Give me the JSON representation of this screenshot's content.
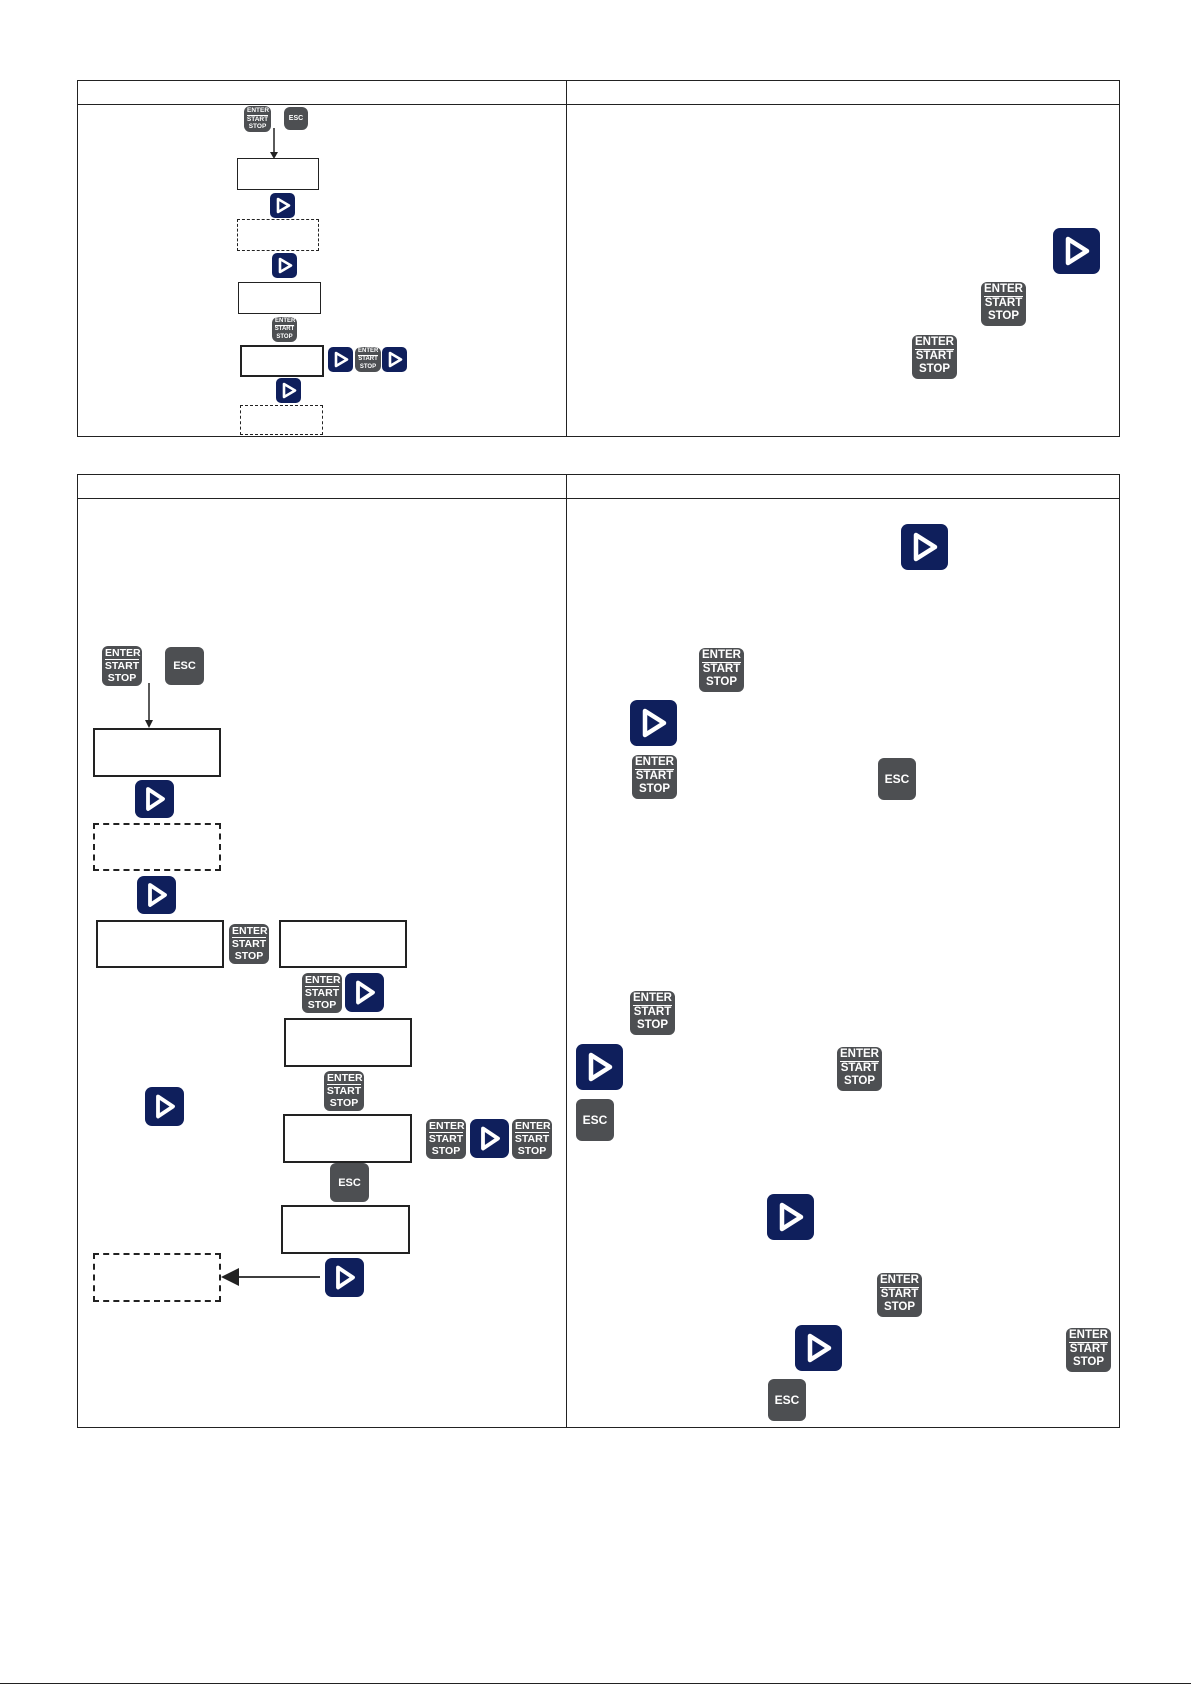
{
  "keys": {
    "enter_line1": "ENTER",
    "enter_line2": "START",
    "enter_line3": "STOP",
    "esc": "ESC"
  },
  "colors": {
    "play_key": "#0f1f5c",
    "enter_key": "#4d4f52",
    "esc_key": "#4d4f52",
    "border": "#222222"
  }
}
